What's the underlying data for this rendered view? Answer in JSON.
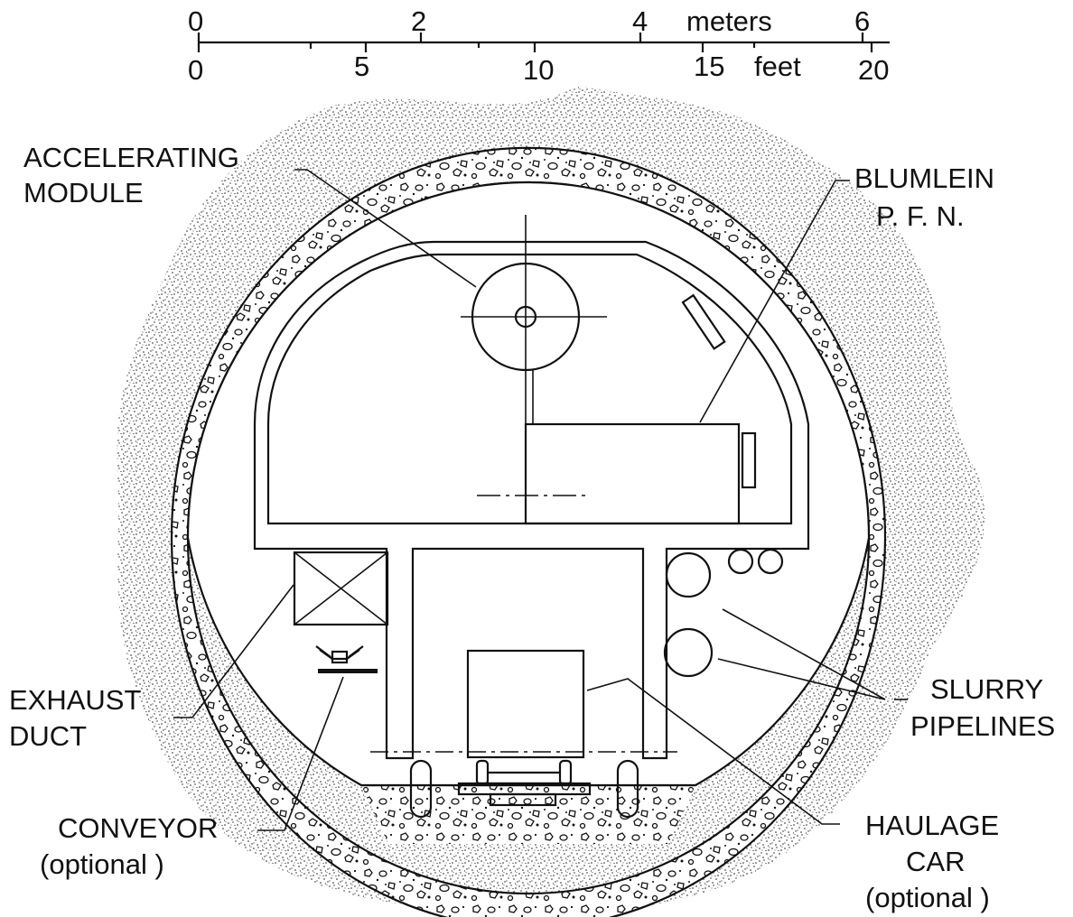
{
  "scale": {
    "meters_unit": "meters",
    "feet_unit": "feet",
    "meters_ticks": [
      "0",
      "2",
      "4",
      "6"
    ],
    "feet_ticks": [
      "0",
      "5",
      "10",
      "15",
      "20"
    ]
  },
  "labels": {
    "accelerating_module": [
      "ACCELERATING",
      "MODULE"
    ],
    "blumlein_pfn": [
      "BLUMLEIN",
      "P. F. N."
    ],
    "exhaust_duct": [
      "EXHAUST",
      "DUCT"
    ],
    "slurry_pipelines": [
      "SLURRY",
      "PIPELINES"
    ],
    "conveyor": [
      "CONVEYOR",
      "(optional )"
    ],
    "haulage_car": [
      "HAULAGE",
      "CAR",
      "(optional )"
    ]
  },
  "colors": {
    "ink": "#111111",
    "paper": "#ffffff"
  }
}
